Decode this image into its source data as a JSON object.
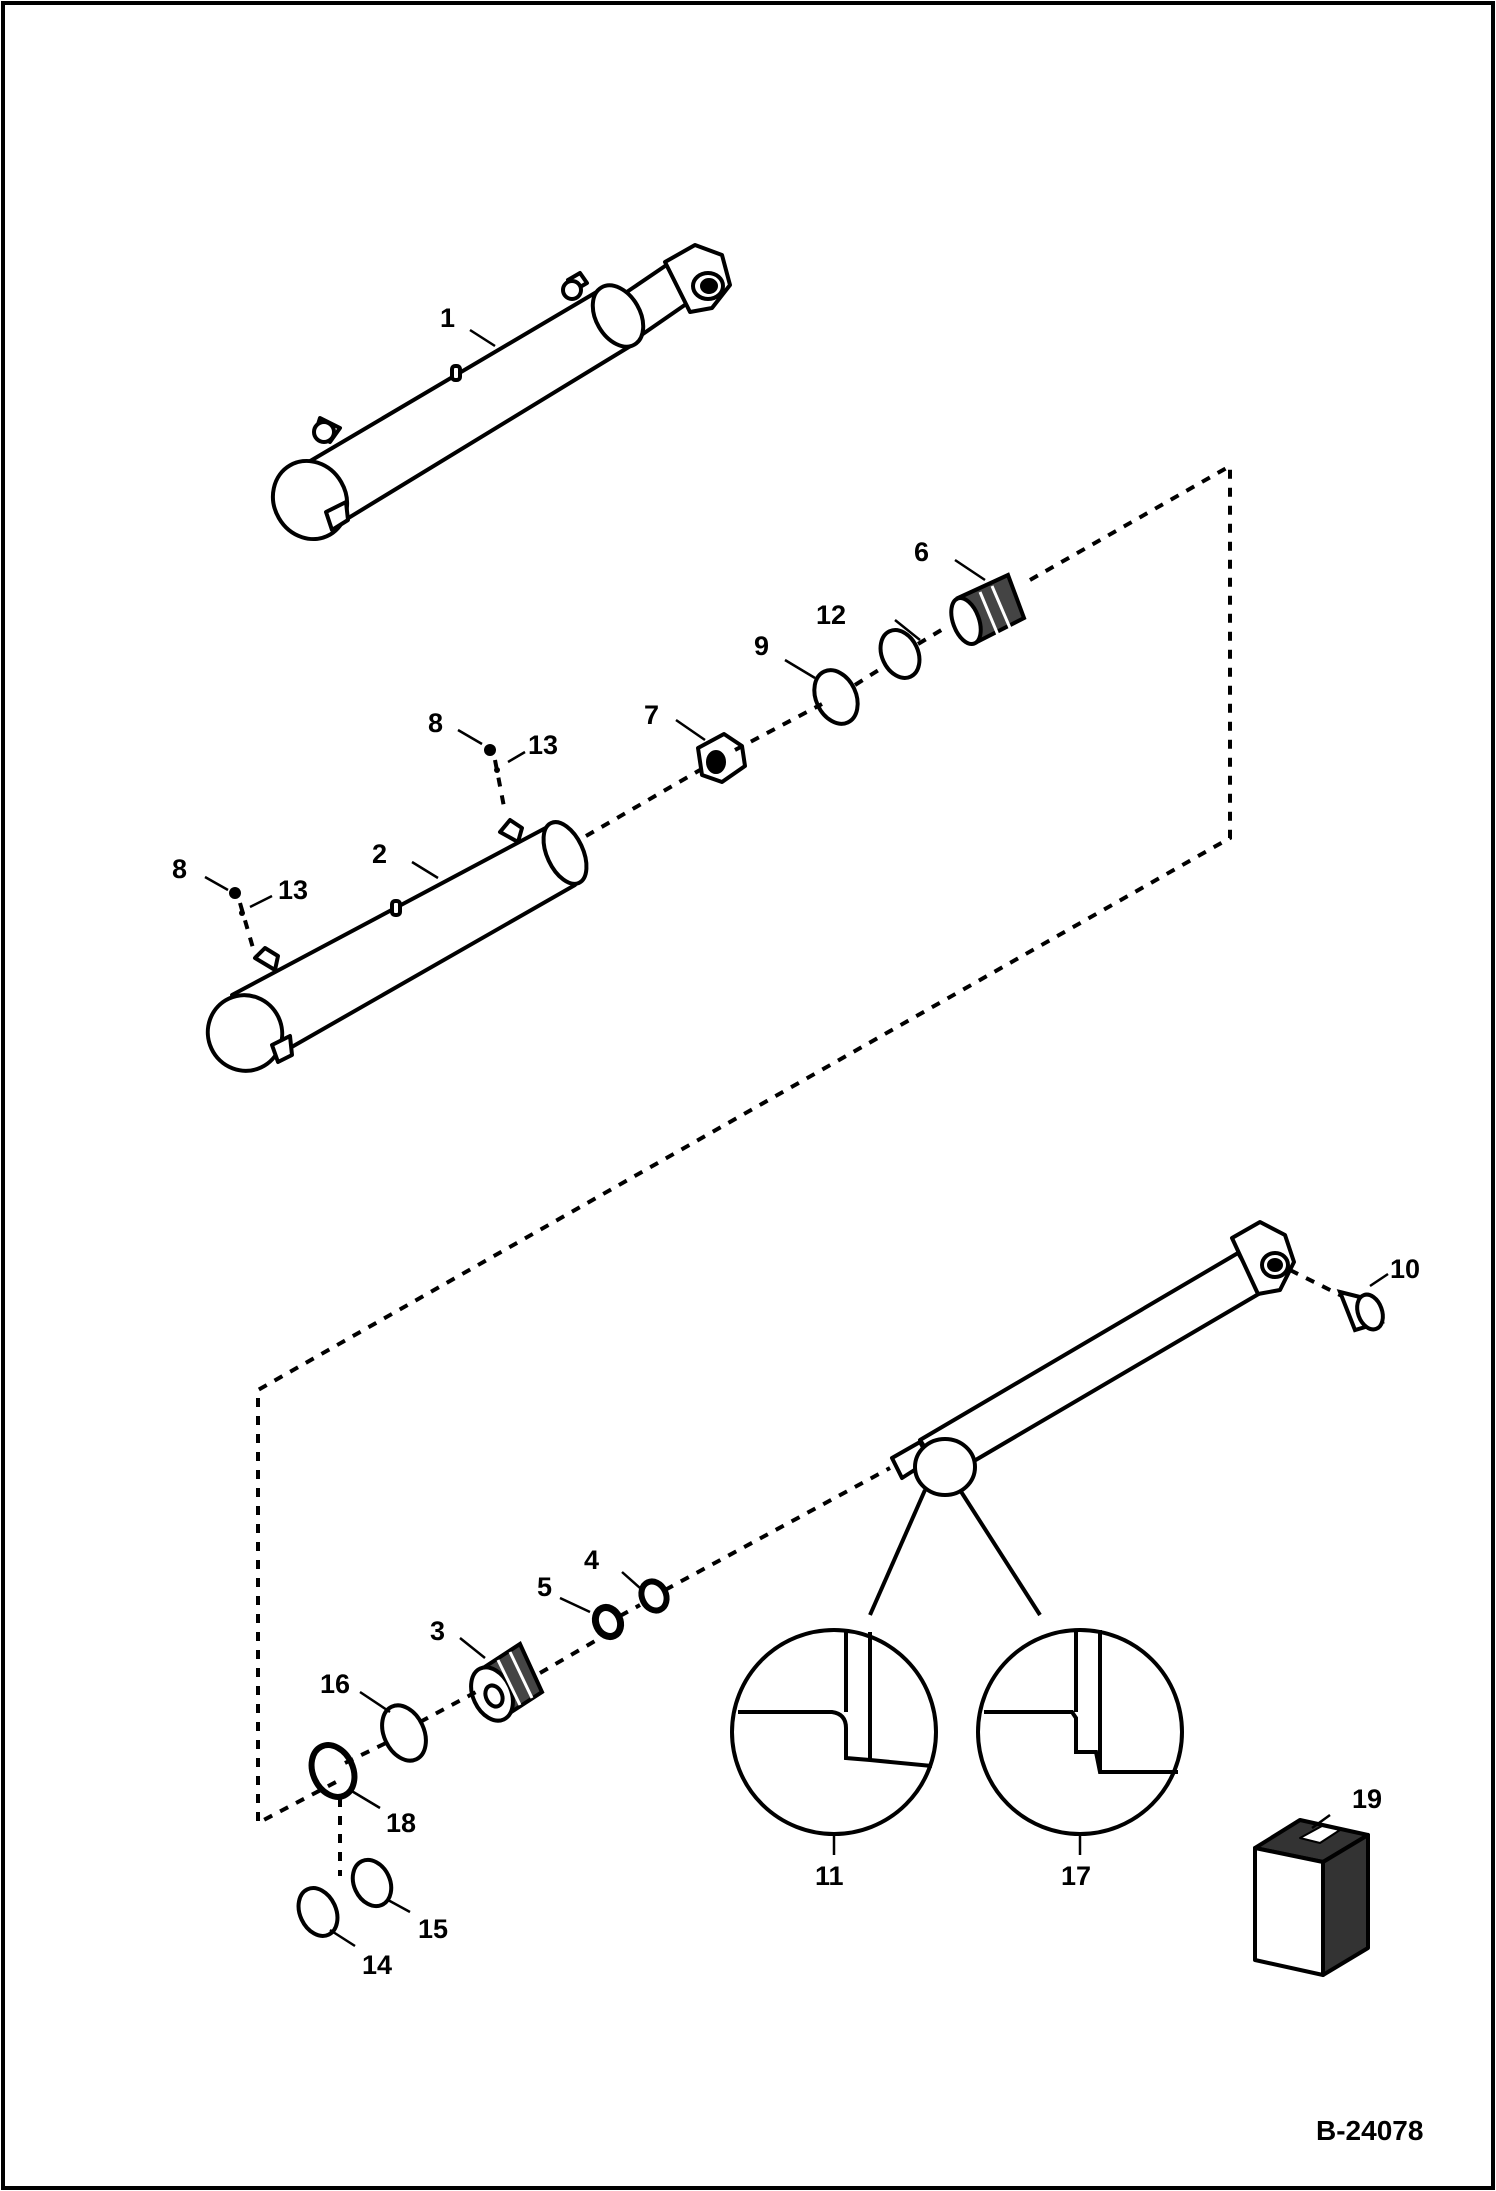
{
  "figure_ref": "B-24078",
  "callouts": {
    "c1": "1",
    "c2": "2",
    "c3": "3",
    "c4": "4",
    "c5": "5",
    "c6": "6",
    "c7": "7",
    "c8a": "8",
    "c8b": "8",
    "c9": "9",
    "c10": "10",
    "c11": "11",
    "c12": "12",
    "c13a": "13",
    "c13b": "13",
    "c14": "14",
    "c15": "15",
    "c16": "16",
    "c17": "17",
    "c18": "18",
    "c19": "19"
  }
}
